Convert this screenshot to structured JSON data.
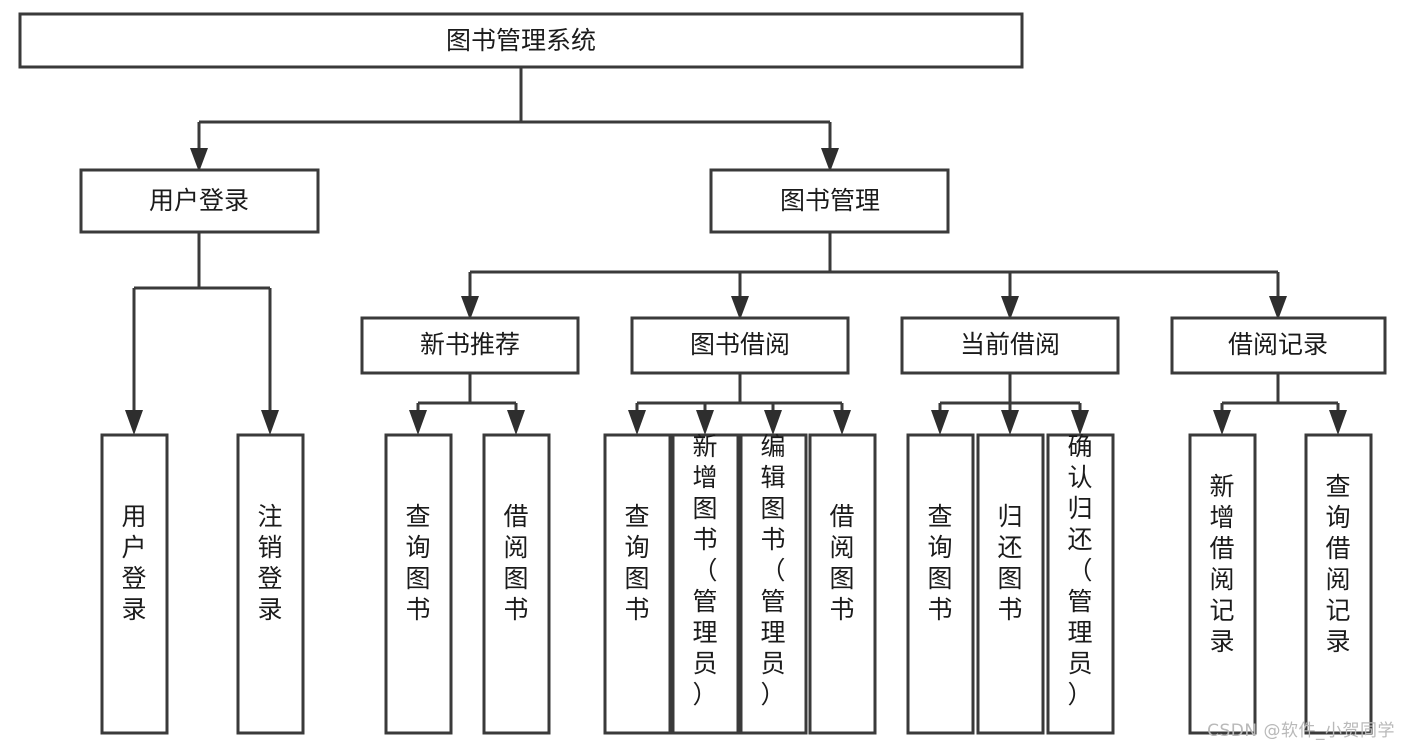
{
  "diagram": {
    "title": "图书管理系统",
    "type": "tree-hierarchy",
    "orientation": "top-down",
    "colors": {
      "box_stroke": "#3a3a3a",
      "box_fill": "#ffffff",
      "connector": "#3a3a3a",
      "text": "#1b1b1b",
      "watermark": "#b9b9b9",
      "background": "#ffffff"
    },
    "root": {
      "label": "图书管理系统"
    },
    "level2": [
      {
        "label": "用户登录"
      },
      {
        "label": "图书管理"
      }
    ],
    "level3": [
      {
        "label": "新书推荐"
      },
      {
        "label": "图书借阅"
      },
      {
        "label": "当前借阅"
      },
      {
        "label": "借阅记录"
      }
    ],
    "leaves": {
      "user_login": [
        {
          "label": "用户登录"
        },
        {
          "label": "注销登录"
        }
      ],
      "new_book_recommend": [
        {
          "label": "查询图书"
        },
        {
          "label": "借阅图书"
        }
      ],
      "book_borrow": [
        {
          "label": "查询图书"
        },
        {
          "label": "新增图书（管理员）"
        },
        {
          "label": "编辑图书（管理员）"
        },
        {
          "label": "借阅图书"
        }
      ],
      "current_borrow": [
        {
          "label": "查询图书"
        },
        {
          "label": "归还图书"
        },
        {
          "label": "确认归还（管理员）"
        }
      ],
      "borrow_record": [
        {
          "label": "新增借阅记录"
        },
        {
          "label": "查询借阅记录"
        }
      ]
    }
  },
  "watermark": {
    "text": "CSDN @软件_小贺同学"
  }
}
